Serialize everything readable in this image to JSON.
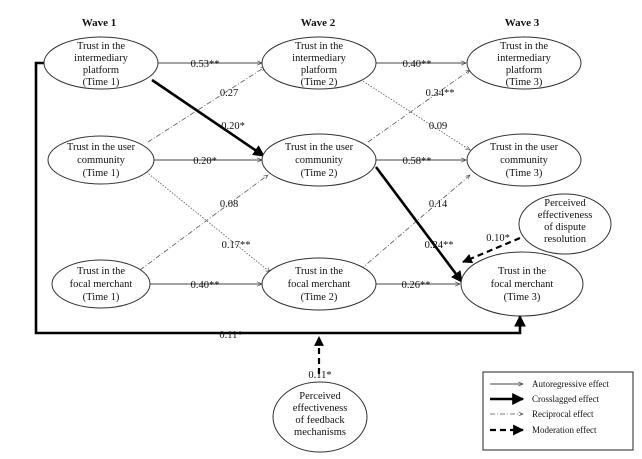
{
  "waves": [
    "Wave 1",
    "Wave 2",
    "Wave 3"
  ],
  "nodes": {
    "ip1": [
      "Trust in the",
      "intermediary",
      "platform",
      "(Time 1)"
    ],
    "uc1": [
      "Trust in the user",
      "community",
      "(Time 1)"
    ],
    "fm1": [
      "Trust in the",
      "focal merchant",
      "(Time 1)"
    ],
    "ip2": [
      "Trust in the",
      "intermediary",
      "platform",
      "(Time 2)"
    ],
    "uc2": [
      "Trust in the user",
      "community",
      "(Time 2)"
    ],
    "fm2": [
      "Trust in the",
      "focal merchant",
      "(Time 2)"
    ],
    "ip3": [
      "Trust in the",
      "intermediary",
      "platform",
      "(Time 3)"
    ],
    "uc3": [
      "Trust in the user",
      "community",
      "(Time 3)"
    ],
    "fm3": [
      "Trust in the",
      "focal merchant",
      "(Time 3)"
    ],
    "dispute": [
      "Perceived",
      "effectiveness",
      "of dispute",
      "resolution"
    ],
    "feedback": [
      "Perceived",
      "effectiveness",
      "of feedback",
      "mechanisms"
    ]
  },
  "coefficients": {
    "ip1_ip2": "0.53**",
    "uc1_ip2": "0.27",
    "ip1_uc2": "0.20*",
    "uc1_uc2": "0.20*",
    "fm1_uc2": "0.08",
    "uc1_fm2": "0.17**",
    "fm1_fm2": "0.40**",
    "ip2_ip3": "0.40**",
    "uc2_ip3": "0.34**",
    "ip2_uc3": "0.09",
    "uc2_uc3": "0.58**",
    "fm2_uc3": "0.14",
    "uc2_fm3": "0.24**",
    "fm2_fm3": "0.26**",
    "ip1_fm3": "0.11*",
    "dispute_mod": "0.10*",
    "feedback_mod": "0.11*"
  },
  "legend": {
    "autoregressive": "Autoregressive effect",
    "crosslagged": "Crosslagged effect",
    "reciprocal": "Reciprocal effect",
    "moderation": "Moderation effect"
  }
}
